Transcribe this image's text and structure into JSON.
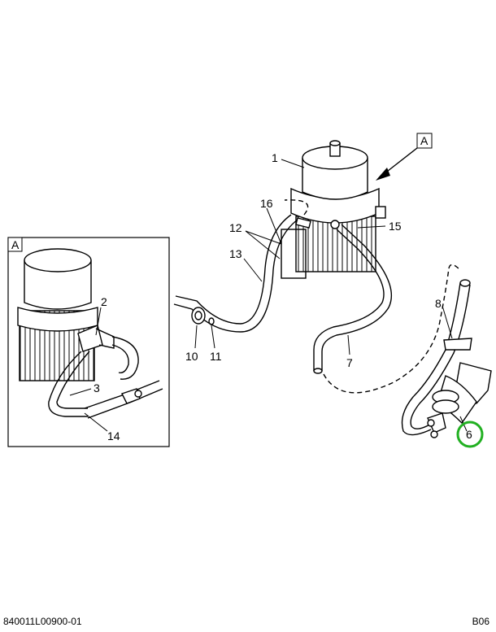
{
  "callouts": {
    "c1": "1",
    "c2": "2",
    "c3": "3",
    "c6": "6",
    "c7": "7",
    "c8": "8",
    "c10": "10",
    "c11": "11",
    "c12": "12",
    "c13": "13",
    "c14": "14",
    "c15": "15",
    "c16": "16"
  },
  "view_labels": {
    "main": "A",
    "detail": "A"
  },
  "highlight": {
    "callout": "6",
    "color": "#22b022"
  },
  "footer": {
    "drawing_number": "840011L00900-01",
    "sheet_code": "B06"
  }
}
